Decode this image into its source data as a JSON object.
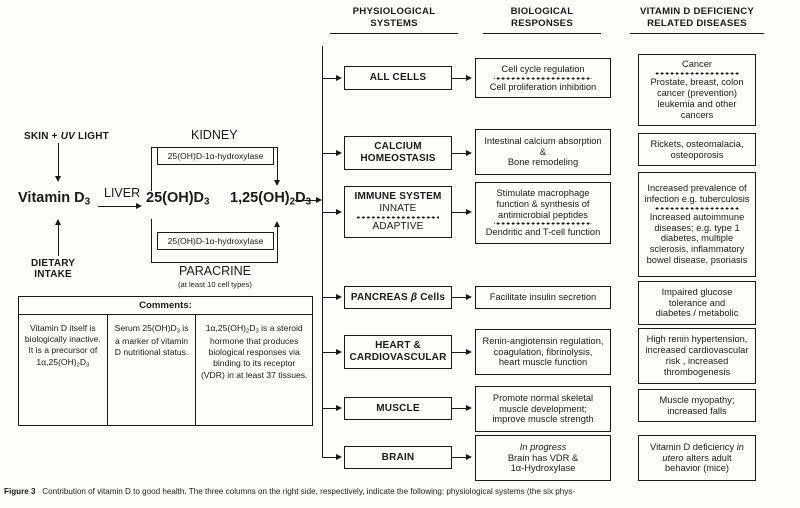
{
  "figure": {
    "caption_label": "Figure 3",
    "caption_text": "Contribution of vitamin D to good health. The three columns on the right side, respectively, indicate the following: physiological systems (the six phys-"
  },
  "columns": {
    "headers": [
      {
        "line1": "PHYSIOLOGICAL",
        "line2": "SYSTEMS"
      },
      {
        "line1": "BIOLOGICAL",
        "line2": "RESPONSES"
      },
      {
        "line1": "VITAMIN D DEFICIENCY",
        "line2": "RELATED DISEASES"
      }
    ]
  },
  "metabolism": {
    "skin_uv": {
      "pre": "SKIN + ",
      "italic": "UV",
      "post": " LIGHT"
    },
    "dietary_intake_line1": "DIETARY",
    "dietary_intake_line2": "INTAKE",
    "vitamin_d3": "Vitamin D",
    "vitamin_d3_sub": "3",
    "liver_label": "LIVER",
    "metabolite_25": "25(OH)D",
    "metabolite_25_sub": "3",
    "metabolite_125": "1,25(OH)",
    "metabolite_125_sub2": "2",
    "metabolite_125_tail": "D",
    "metabolite_125_sub3": "3",
    "kidney_label": "KIDNEY",
    "kidney_enzyme": "25(OH)D-1α-hydroxylase",
    "paracrine_label": "PARACRINE",
    "paracrine_enzyme": "25(OH)D-1α-hydroxylase",
    "paracrine_note": "(at least 10 cell types)"
  },
  "comments": {
    "title": "Comments:",
    "cells": [
      "Vitamin D itself is biologically inactive. It is a precursor of 1α,25(OH)₂D₃",
      "Serum 25(OH)D₃ is a marker of vitamin D nutritional status.",
      "1α,25(OH)₂D₃ is a steroid hormone that produces biological responses via binding to its receptor (VDR) in at least 37 tissues."
    ]
  },
  "rows": [
    {
      "system": {
        "lines": [
          "ALL CELLS"
        ],
        "has_dots": false
      },
      "response": {
        "lines_top": [
          "Cell cycle regulation"
        ],
        "has_dots": true,
        "lines_bottom": [
          "Cell proliferation inhibition"
        ]
      }
    },
    {
      "system": {
        "lines": [
          "CALCIUM",
          "HOMEOSTASIS"
        ],
        "has_dots": false
      },
      "response": {
        "lines_top": [
          "Intestinal calcium absorption",
          "&",
          "Bone remodeling"
        ],
        "has_dots": false,
        "lines_bottom": []
      }
    },
    {
      "system": {
        "lines": [
          "IMMUNE SYSTEM",
          "INNATE"
        ],
        "has_dots": true,
        "lines_bottom": [
          "ADAPTIVE"
        ]
      },
      "response": {
        "lines_top": [
          "Stimulate macrophage",
          "function & synthesis of",
          "antimicrobial peptides"
        ],
        "has_dots": true,
        "lines_bottom": [
          "Dendritic and T-cell function"
        ]
      }
    },
    {
      "system": {
        "lines": [
          "PANCREAS β Cells"
        ],
        "has_dots": false
      },
      "response": {
        "lines_top": [
          "Facilitate insulin secretion"
        ],
        "has_dots": false,
        "lines_bottom": []
      }
    },
    {
      "system": {
        "lines": [
          "HEART &",
          "CARDIOVASCULAR"
        ],
        "has_dots": false
      },
      "response": {
        "lines_top": [
          "Renin-angiotensin regulation,",
          "coagulation, fibrinolysis,",
          "heart muscle function"
        ],
        "has_dots": false,
        "lines_bottom": []
      }
    },
    {
      "system": {
        "lines": [
          "MUSCLE"
        ],
        "has_dots": false
      },
      "response": {
        "lines_top": [
          "Promote normal skeletal",
          "muscle development;",
          "improve muscle strength"
        ],
        "has_dots": false,
        "lines_bottom": []
      }
    },
    {
      "system": {
        "lines": [
          "BRAIN"
        ],
        "has_dots": false
      },
      "response": {
        "lines_top": [
          "In progress",
          "Brain has VDR &",
          "1α-Hydroxylase"
        ],
        "has_dots": false,
        "lines_bottom": [],
        "italic_first": true
      }
    }
  ],
  "diseases": [
    {
      "lines_top": [
        "Cancer"
      ],
      "has_dots": true,
      "lines_bottom": [
        "Prostate, breast, colon",
        "cancer (prevention)",
        "leukemia and other",
        "cancers"
      ]
    },
    {
      "lines_top": [
        "Rickets, osteomalacia,",
        "osteoporosis"
      ],
      "has_dots": false,
      "lines_bottom": []
    },
    {
      "lines_top": [
        "Increased prevalence of",
        "infection e.g. tuberculosis"
      ],
      "has_dots": true,
      "lines_bottom": [
        "Increased autoimmune",
        "diseases; e.g. type 1",
        "diabetes, multiple",
        "sclerosis, inflammatory",
        "bowel disease, psoriasis"
      ]
    },
    {
      "lines_top": [
        "Impaired glucose",
        "tolerance and",
        "diabetes / metabolic"
      ],
      "has_dots": false,
      "lines_bottom": []
    },
    {
      "lines_top": [
        "High renin hypertension,",
        "increased cardiovascular",
        "risk , increased",
        "thrombogenesis"
      ],
      "has_dots": false,
      "lines_bottom": []
    },
    {
      "lines_top": [
        "Muscle myopathy;",
        "increased falls"
      ],
      "has_dots": false,
      "lines_bottom": []
    },
    {
      "lines_top": [
        "Vitamin D deficiency in",
        "utero alters adult",
        "behavior (mice)"
      ],
      "has_dots": false,
      "lines_bottom": [],
      "italic_tail": true
    }
  ],
  "colors": {
    "ink": "#1a1a1a",
    "paper": "#fdfdfb"
  }
}
